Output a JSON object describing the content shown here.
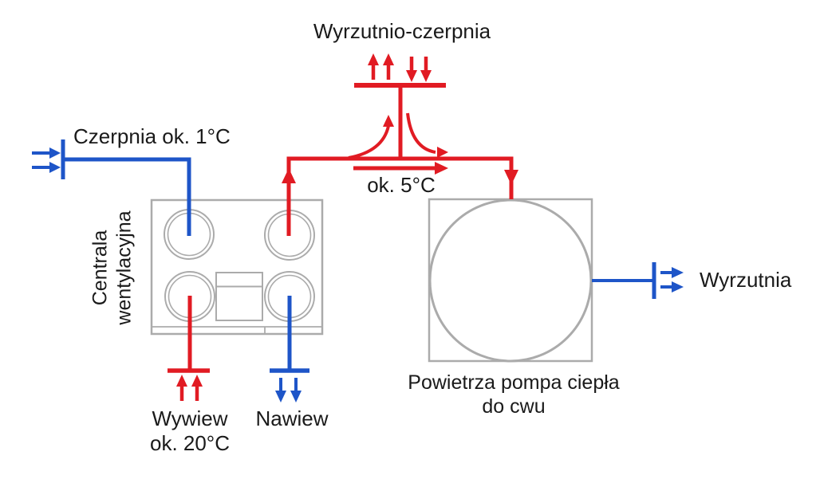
{
  "diagram": {
    "title": "Wyrzutnio-czerpnia",
    "labels": {
      "intake_temp": "Czerpnia ok. 1°C",
      "mix_temp": "ok. 5°C",
      "ventilation_unit": "Centrala\nwentylacyjna",
      "exhaust_air": "Wywiew\nok. 20°C",
      "supply_air": "Nawiew",
      "heat_pump": "Powietrza pompa ciepła\ndo cwu",
      "outlet": "Wyrzutnia"
    },
    "colors": {
      "warm_air": "#e11b23",
      "cold_air": "#1e55c8",
      "equipment_outline": "#ababab",
      "text": "#1a1a1a"
    }
  }
}
